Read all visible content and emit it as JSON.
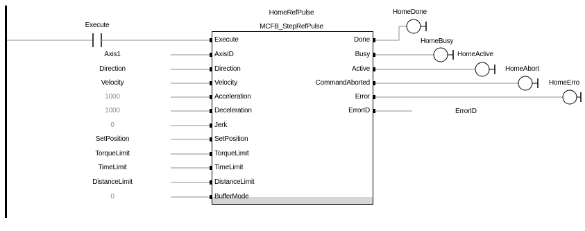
{
  "block": {
    "instance_name": "HomeRefPulse",
    "type_name": "MCFB_StepRefPulse"
  },
  "execute_contact": {
    "label": "Execute"
  },
  "inputs": [
    {
      "pin": "Execute",
      "variable": ""
    },
    {
      "pin": "AxisID",
      "variable": "Axis1"
    },
    {
      "pin": "Direction",
      "variable": "Direction"
    },
    {
      "pin": "Velocity",
      "variable": "Velocity"
    },
    {
      "pin": "Acceleration",
      "variable": "1000"
    },
    {
      "pin": "Deceleration",
      "variable": "1000"
    },
    {
      "pin": "Jerk",
      "variable": "0"
    },
    {
      "pin": "SetPosition",
      "variable": "SetPosition"
    },
    {
      "pin": "TorqueLimit",
      "variable": "TorqueLimit"
    },
    {
      "pin": "TimeLimit",
      "variable": "TimeLimit"
    },
    {
      "pin": "DistanceLimit",
      "variable": "DistanceLimit"
    },
    {
      "pin": "BufferMode",
      "variable": "0"
    }
  ],
  "outputs": [
    {
      "pin": "Done",
      "coil": "HomeDone"
    },
    {
      "pin": "Busy",
      "coil": "HomeBusy"
    },
    {
      "pin": "Active",
      "coil": "HomeActive"
    },
    {
      "pin": "CommandAborted",
      "coil": "HomeAbort"
    },
    {
      "pin": "Error",
      "coil": "HomeErro"
    },
    {
      "pin": "ErrorID",
      "variable": "ErrorID"
    }
  ],
  "colors": {
    "wire": "#8c8c8c",
    "rail": "#000000",
    "constant": "#8a8a8a",
    "block_bottom": "#d6d6d6"
  }
}
